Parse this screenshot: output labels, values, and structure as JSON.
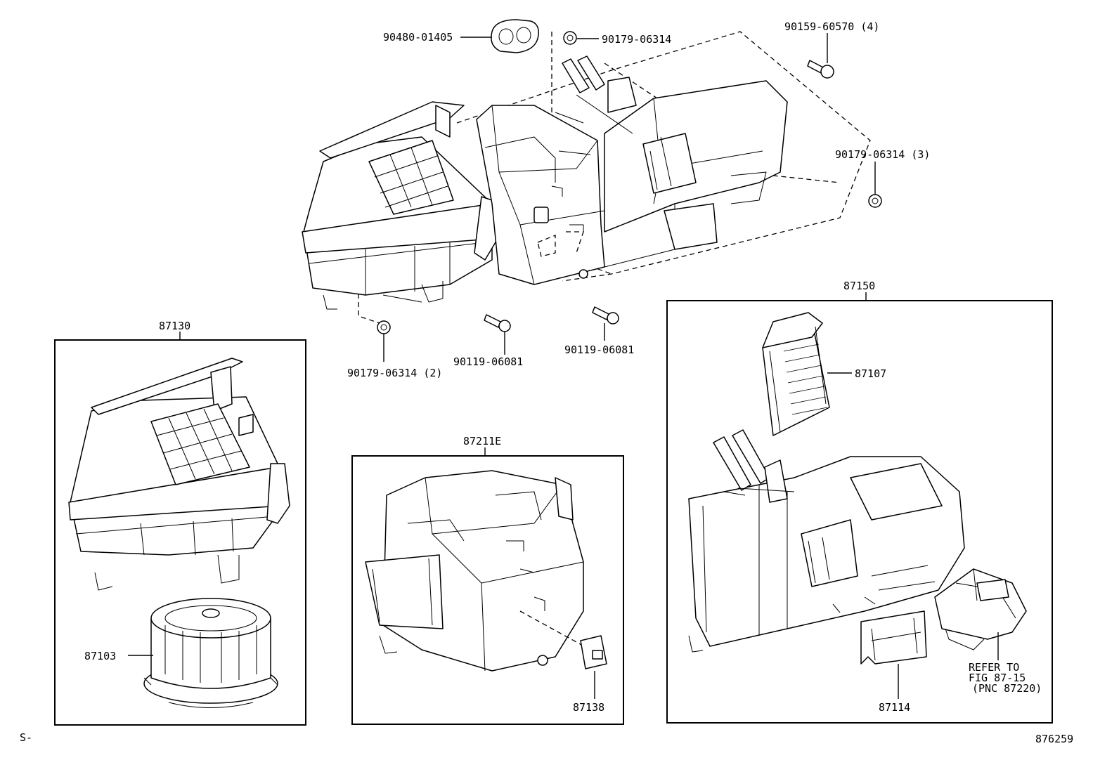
{
  "diagram_id": "876259",
  "corner_mark": "S-",
  "labels": {
    "p90480_01405": "90480-01405",
    "p90179_06314_top": "90179-06314",
    "p90159_60570": "90159-60570 (4)",
    "p90179_06314_3": "90179-06314 (3)",
    "p90179_06314_2": "90179-06314 (2)",
    "p90119_06081_a": "90119-06081",
    "p90119_06081_b": "90119-06081",
    "p87130": "87130",
    "p87103": "87103",
    "p87211E": "87211E",
    "p87138": "87138",
    "p87150": "87150",
    "p87107": "87107",
    "p87114": "87114",
    "refer_line1": "REFER TO",
    "refer_line2": "FIG 87-15",
    "refer_line3": "(PNC 87220)"
  }
}
